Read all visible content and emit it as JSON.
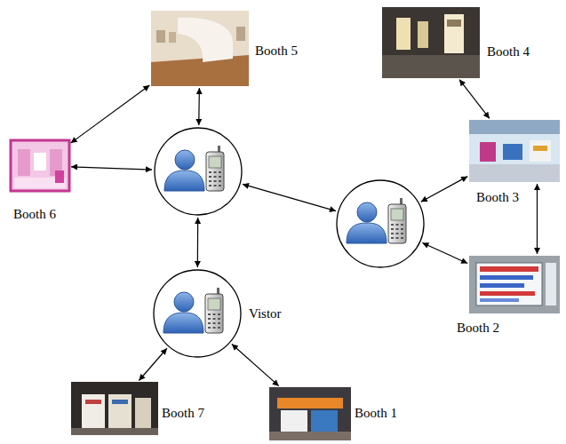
{
  "diagram": {
    "nodes": [
      {
        "text": [
          "Booth 5"
        ]
      },
      {
        "text": [
          "Booth 4"
        ]
      },
      {
        "text": [
          "Booth 6"
        ]
      },
      {
        "text": []
      },
      {
        "text": [
          "Booth 3"
        ]
      },
      {
        "text": []
      },
      {
        "text": [
          "Booth 2"
        ]
      },
      {
        "text": [
          "Vistor"
        ]
      },
      {
        "text": [
          "Booth 7"
        ]
      },
      {
        "text": [
          "Booth 1"
        ]
      }
    ],
    "edges": [
      {
        "from": 0,
        "to": 2,
        "arrow": "both"
      },
      {
        "from": 0,
        "to": 3,
        "arrow": "both"
      },
      {
        "from": 2,
        "to": 3,
        "arrow": "both"
      },
      {
        "from": 3,
        "to": 5,
        "arrow": "both"
      },
      {
        "from": 3,
        "to": 7,
        "arrow": "both"
      },
      {
        "from": 7,
        "to": 8,
        "arrow": "both"
      },
      {
        "from": 7,
        "to": 9,
        "arrow": "both"
      },
      {
        "from": 1,
        "to": 4,
        "arrow": "both"
      },
      {
        "from": 5,
        "to": 4,
        "arrow": "both"
      },
      {
        "from": 5,
        "to": 6,
        "arrow": "both"
      },
      {
        "from": 4,
        "to": 6,
        "arrow": "both"
      }
    ]
  }
}
